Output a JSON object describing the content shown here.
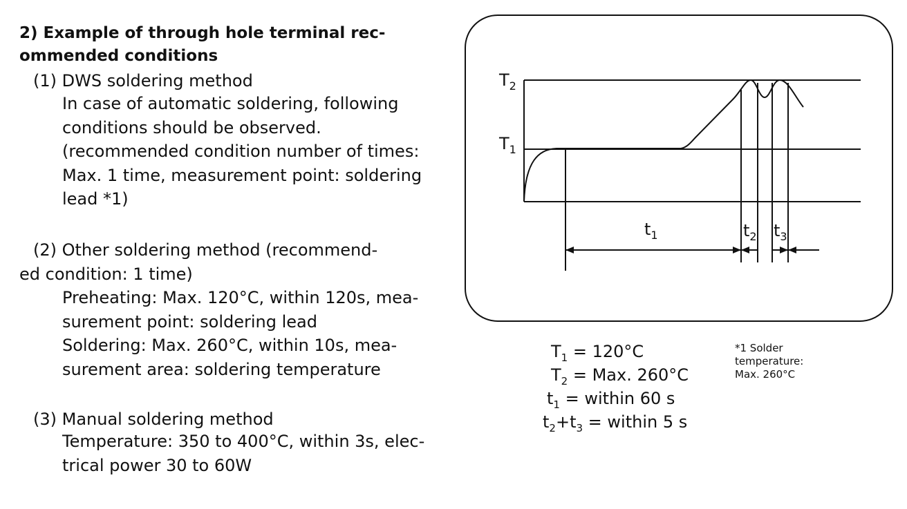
{
  "heading": {
    "line1": "2) Example of through hole terminal rec-",
    "line2": "ommended conditions"
  },
  "section1": {
    "title": "(1) DWS soldering method",
    "lines": [
      "In case of automatic soldering, following",
      "conditions should be observed.",
      "(recommended condition number of times:",
      "Max. 1 time, measurement point: soldering",
      "lead *1)"
    ]
  },
  "section2": {
    "title_line1": "(2) Other soldering method (recommend-",
    "title_line2": "ed condition: 1 time)",
    "lines": [
      "Preheating: Max. 120°C, within 120s, mea-",
      "surement point: soldering lead",
      "Soldering: Max. 260°C, within 10s, mea-",
      "surement area: soldering temperature"
    ]
  },
  "section3": {
    "title": "(3) Manual soldering method",
    "lines": [
      "Temperature: 350 to 400°C, within 3s, elec-",
      "trical power 30 to 60W"
    ]
  },
  "diagram": {
    "labels": {
      "T2": {
        "main": "T",
        "sub": "2"
      },
      "T1": {
        "main": "T",
        "sub": "1"
      },
      "t1": {
        "main": "t",
        "sub": "1"
      },
      "t2": {
        "main": "t",
        "sub": "2"
      },
      "t3": {
        "main": "t",
        "sub": "3"
      }
    }
  },
  "legend": {
    "line1": {
      "a": "T",
      "a_sub": "1",
      "rest": " = 120°C"
    },
    "line2": {
      "a": "T",
      "a_sub": "2",
      "rest": " = Max. 260°C"
    },
    "line3": {
      "a": "t",
      "a_sub": "1",
      "rest": " = within 60 s"
    },
    "line4": {
      "a": "t",
      "a_sub": "2",
      "mid": "+t",
      "b_sub": "3",
      "rest": " = within 5 s"
    }
  },
  "footnote": {
    "lines": [
      "*1 Solder",
      "temperature:",
      "Max. 260°C"
    ]
  }
}
